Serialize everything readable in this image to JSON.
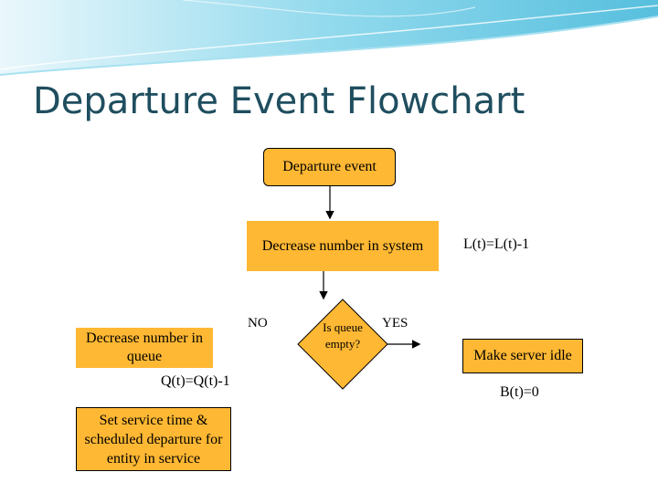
{
  "slide": {
    "title": "Departure Event Flowchart"
  },
  "flowchart": {
    "start": "Departure event",
    "decrease_system": "Decrease number in system",
    "l_update": "L(t)=L(t)-1",
    "decision": "Is queue empty?",
    "no_label": "NO",
    "yes_label": "YES",
    "decrease_queue": "Decrease number in queue",
    "q_update": "Q(t)=Q(t)-1",
    "set_service": "Set service time & scheduled departure for entity in service",
    "make_idle": "Make server idle",
    "b_update": "B(t)=0"
  },
  "colors": {
    "box_fill": "#ffb833",
    "title": "#1f4e5f",
    "banner": "#5bc4e0"
  }
}
